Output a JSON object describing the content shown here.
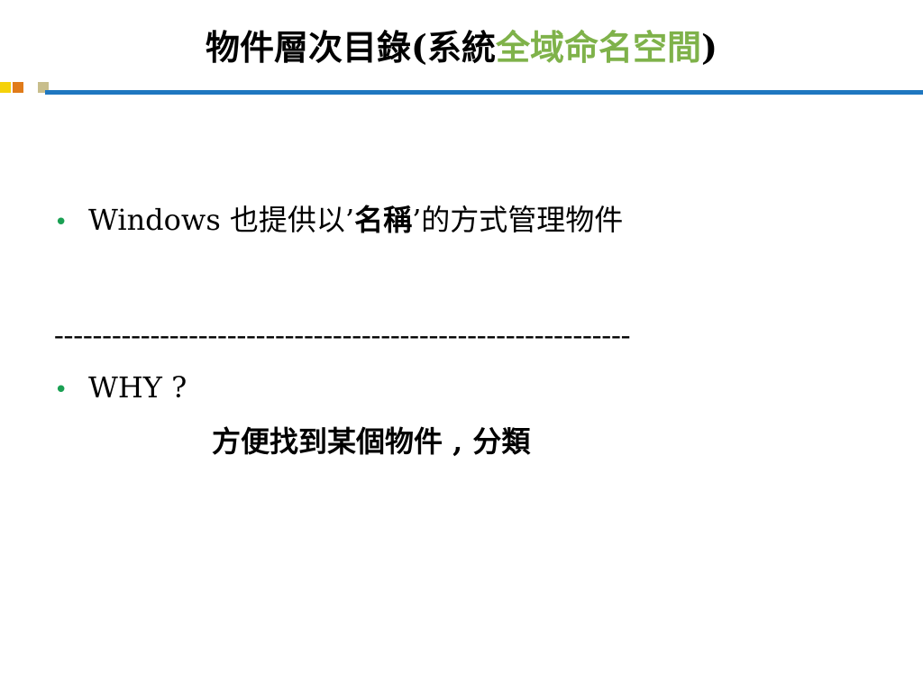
{
  "title": {
    "prefix": "物件層次目錄(系統",
    "accent": "全域命名空間",
    "suffix": ")",
    "accent_color": "#7FB24A"
  },
  "header_rule": {
    "color": "#1F77C0",
    "squares": [
      "#F5D20A",
      "#E07B1A",
      "#FFFFFF",
      "#C8BE8C"
    ]
  },
  "bullets": [
    {
      "bullet_icon": "bullet-dot-icon",
      "pre": "Windows 也提供以’",
      "bold": "名稱",
      "post": "’的方式管理物件"
    },
    {
      "bullet_icon": "bullet-dot-icon",
      "text": "WHY ?"
    }
  ],
  "divider_text": "------------------------------------------------------------",
  "answer_text": "方便找到某個物件 , 分類",
  "bullet_color": "#1AA053"
}
